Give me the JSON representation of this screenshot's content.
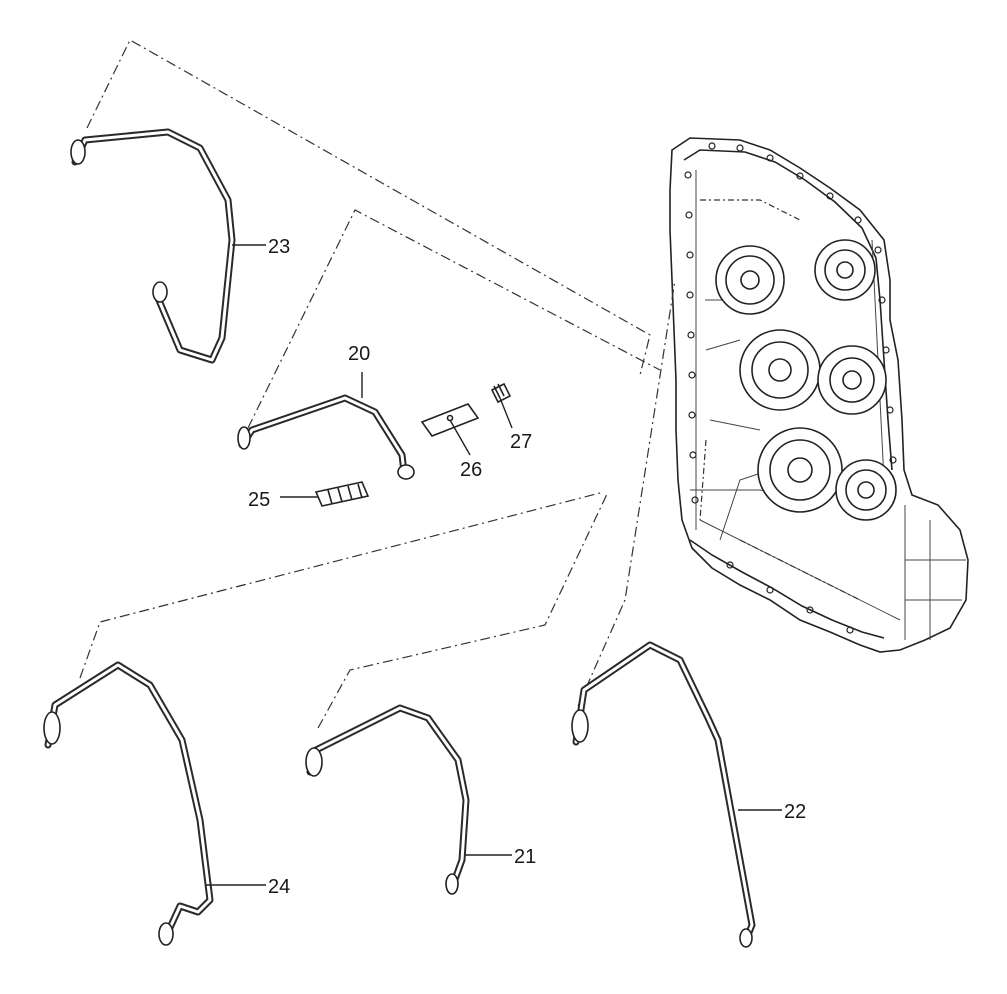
{
  "parts": [
    {
      "id": "part-20",
      "label": "20"
    },
    {
      "id": "part-21",
      "label": "21"
    },
    {
      "id": "part-22",
      "label": "22"
    },
    {
      "id": "part-23",
      "label": "23"
    },
    {
      "id": "part-24",
      "label": "24"
    },
    {
      "id": "part-25",
      "label": "25"
    },
    {
      "id": "part-26",
      "label": "26"
    },
    {
      "id": "part-27",
      "label": "27"
    }
  ]
}
